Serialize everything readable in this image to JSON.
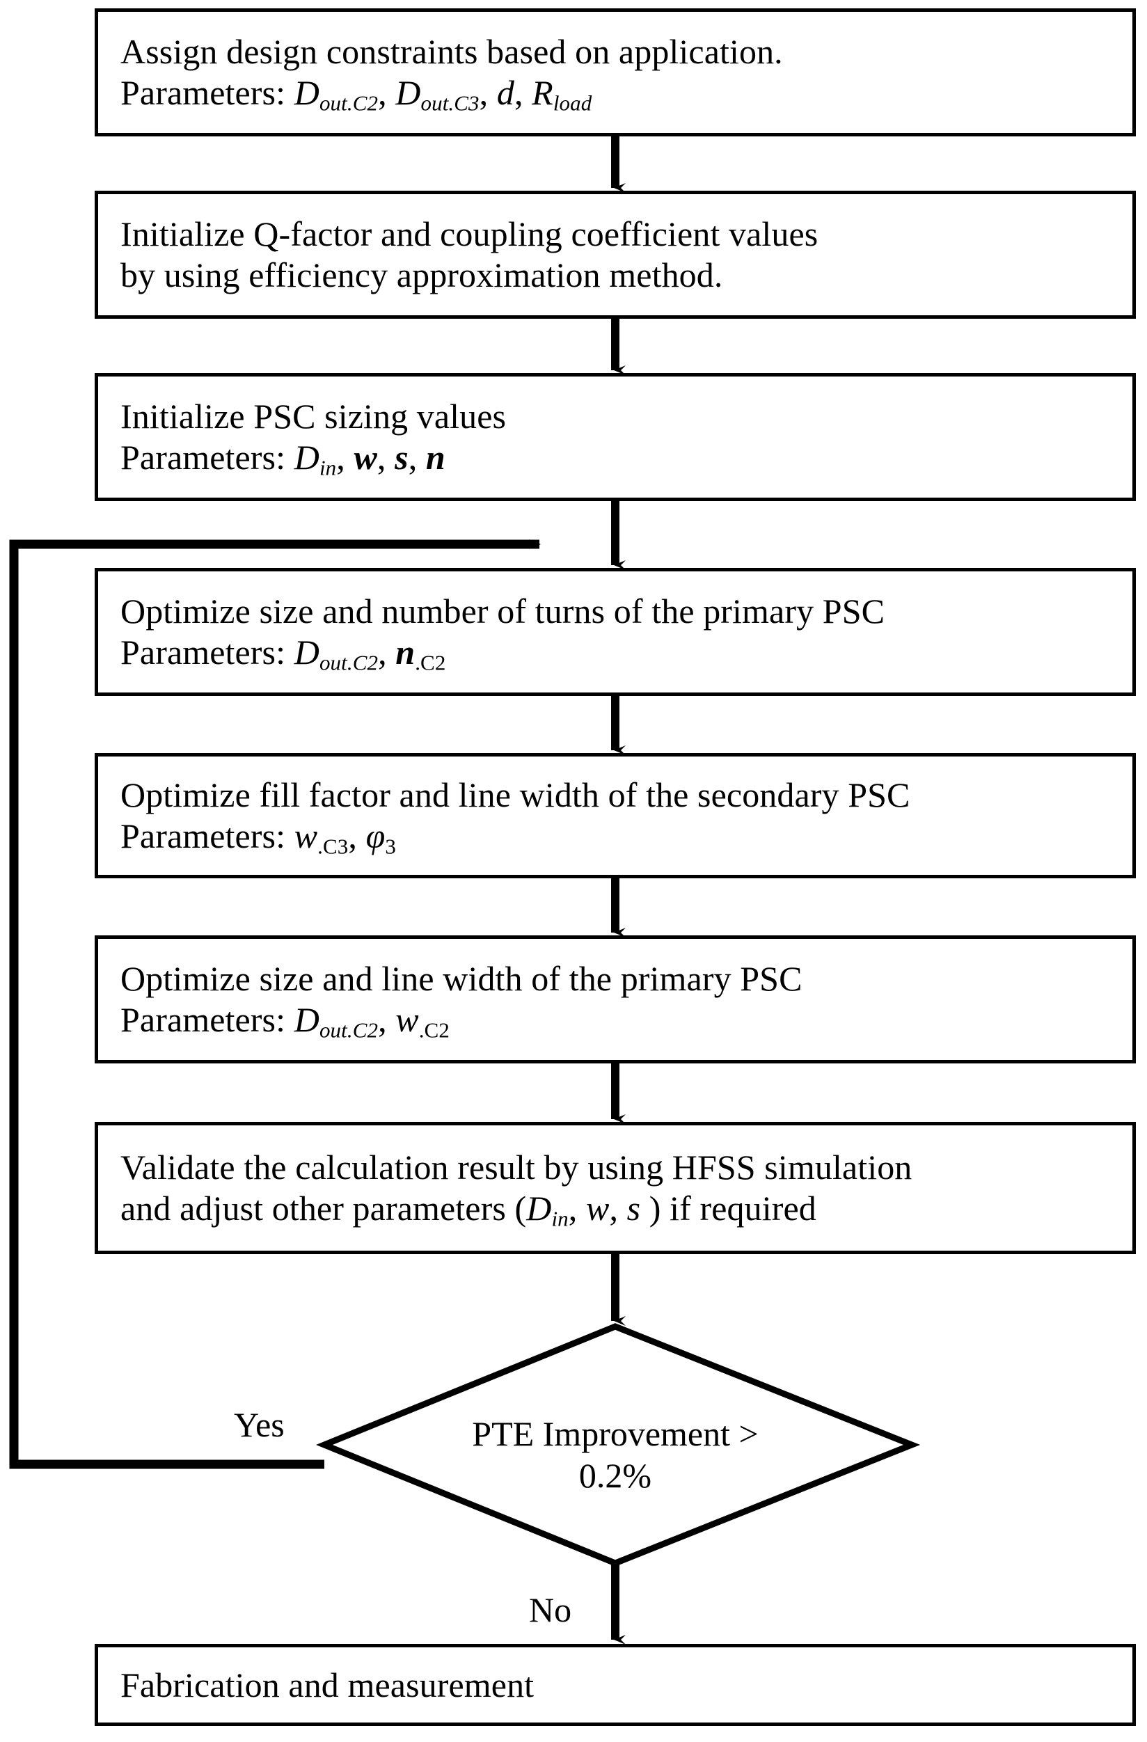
{
  "diagram": {
    "type": "flowchart",
    "title": "PSC design optimization flowchart",
    "orientation": "top-to-bottom",
    "background_color": "#ffffff",
    "line_color": "#000000",
    "nodes": [
      {
        "id": "n1",
        "shape": "process",
        "line1": "Assign design constraints based on application.",
        "line2_prefix": "Parameters: ",
        "params": "D_out.C2, D_out.C3, d, R_load"
      },
      {
        "id": "n2",
        "shape": "process",
        "line1": "Initialize Q-factor and coupling coefficient values",
        "line2": "by using efficiency approximation method."
      },
      {
        "id": "n3",
        "shape": "process",
        "line1": "Initialize PSC sizing values",
        "line2_prefix": "Parameters: ",
        "params": "D_in , w , s , n"
      },
      {
        "id": "n4",
        "shape": "process",
        "line1": "Optimize size and number of turns of the primary PSC",
        "line2_prefix": "Parameters: ",
        "params": "D_out.C2 , n_.C2"
      },
      {
        "id": "n5",
        "shape": "process",
        "line1": "Optimize fill factor and line width of the secondary PSC",
        "line2_prefix": "Parameters: ",
        "params": "w_.C3 , phi_3"
      },
      {
        "id": "n6",
        "shape": "process",
        "line1": "Optimize size and line width of the primary PSC",
        "line2_prefix": "Parameters: ",
        "params": "D_out.C2 , w_.C2"
      },
      {
        "id": "n7",
        "shape": "process",
        "line1": "Validate the calculation result by using HFSS simulation",
        "line2": "and adjust other parameters (D_in , w, s ) if required"
      },
      {
        "id": "n8",
        "shape": "decision",
        "line1": "PTE Improvement >",
        "line2": "0.2%"
      },
      {
        "id": "n9",
        "shape": "process",
        "line1": "Fabrication and measurement"
      }
    ],
    "edge_labels": {
      "yes": "Yes",
      "no": "No"
    },
    "node_text": {
      "n1_line1": "Assign design constraints based on application.",
      "n1_params_label": "Parameters: ",
      "n2_line1": "Initialize Q-factor and coupling coefficient values",
      "n2_line2": "by using efficiency approximation method.",
      "n3_line1": "Initialize PSC sizing values",
      "n3_params_label": "Parameters: ",
      "n4_line1": "Optimize size and number of turns of the primary PSC",
      "n4_params_label": "Parameters: ",
      "n5_line1": "Optimize fill factor and line width of the secondary PSC",
      "n5_params_label": "Parameters: ",
      "n6_line1": "Optimize size and line width of the primary PSC",
      "n6_params_label": "Parameters: ",
      "n7_line1": "Validate the calculation result by using HFSS simulation",
      "n7_line2_a": "and adjust other parameters (",
      "n7_line2_b": ", ",
      "n7_line2_c": ", ",
      "n7_line2_d": " ) if required",
      "n8_line1": "PTE Improvement >",
      "n8_line2": "0.2%",
      "n9_line1": "Fabrication and measurement"
    },
    "symbols": {
      "D": "D",
      "d": "d",
      "R": "R",
      "w": "w",
      "s": "s",
      "n": "n",
      "phi": "φ",
      "sub_out_C2": "out.C2",
      "sub_out_C3": "out.C3",
      "sub_load": "load",
      "sub_in": "in",
      "sub_C2": ".C2",
      "sub_C3": ".C3",
      "sub_3": "3",
      "comma": ",",
      "comma_sp": ", "
    }
  }
}
